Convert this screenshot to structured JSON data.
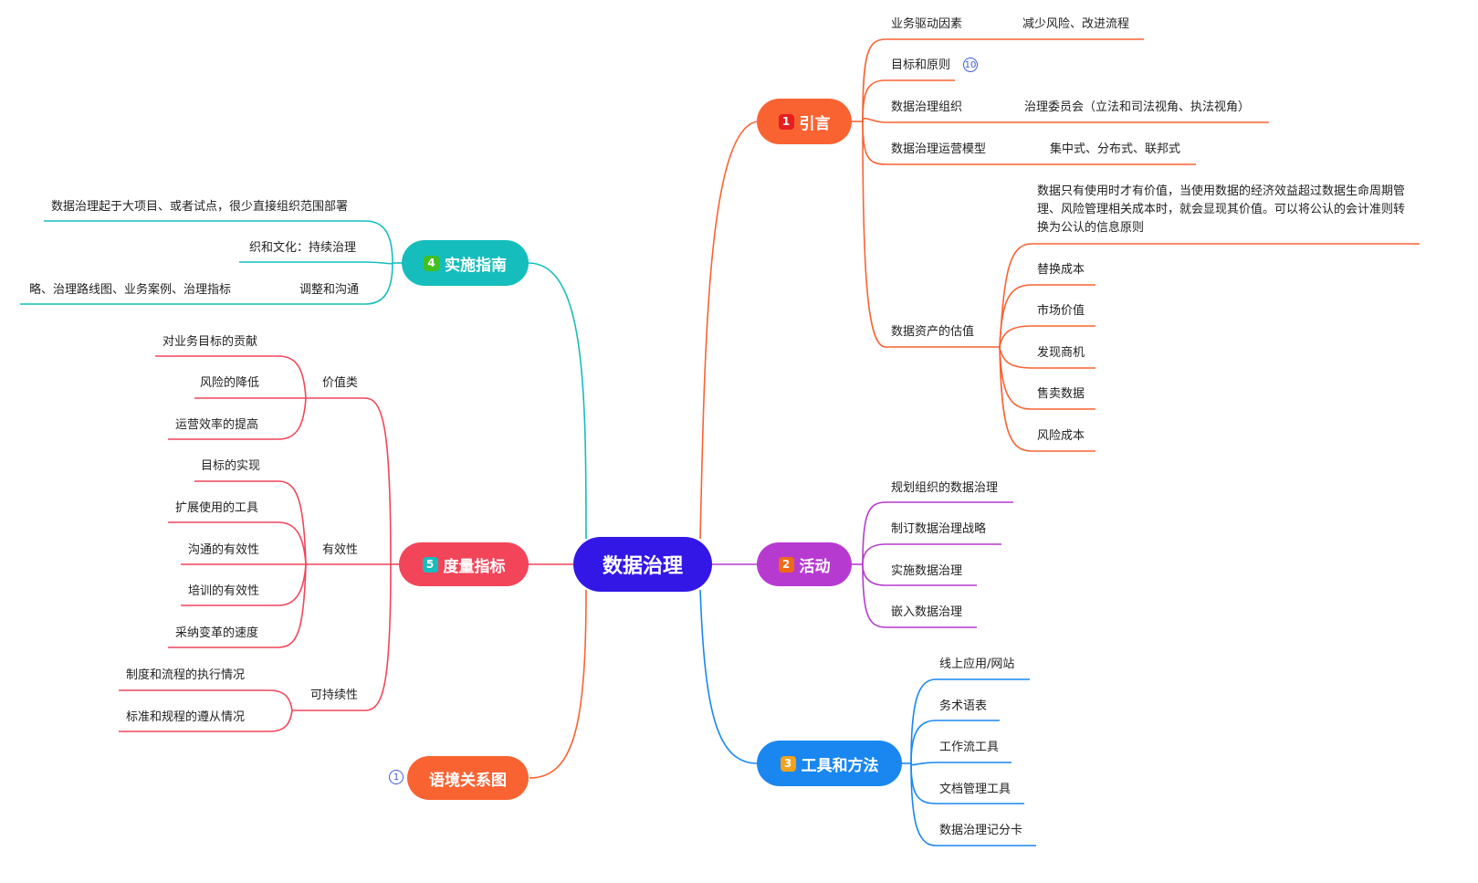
{
  "root": {
    "label": "数据治理",
    "color": "#3217e6"
  },
  "branches": {
    "intro": {
      "badge": "1",
      "label": "引言",
      "color": "#f96332",
      "badge_color": "#e61e1e",
      "children": {
        "drivers": {
          "label": "业务驱动因素",
          "detail": "减少风险、改进流程"
        },
        "goals": {
          "label": "目标和原则",
          "count": "10"
        },
        "org": {
          "label": "数据治理组织",
          "detail": "治理委员会（立法和司法视角、执法视角）"
        },
        "ops": {
          "label": "数据治理运营模型",
          "detail": "集中式、分布式、联邦式"
        },
        "valuation": {
          "label": "数据资产的估值",
          "note": "数据只有使用时才有价值，当使用数据的经济效益超过数据生命周期管理、风险管理相关成本时，就会显现其价值。可以将公认的会计准则转换为公认的信息原则",
          "items": [
            "替换成本",
            "市场价值",
            "发现商机",
            "售卖数据",
            "风险成本"
          ]
        }
      }
    },
    "activities": {
      "badge": "2",
      "label": "活动",
      "color": "#b73ad0",
      "badge_color": "#f06a15",
      "items": [
        "规划组织的数据治理",
        "制订数据治理战略",
        "实施数据治理",
        "嵌入数据治理"
      ]
    },
    "tools": {
      "badge": "3",
      "label": "工具和方法",
      "color": "#1a87f0",
      "badge_color": "#f4a11b",
      "items": [
        "线上应用/网站",
        "务术语表",
        "工作流工具",
        "文档管理工具",
        "数据治理记分卡"
      ]
    },
    "guide": {
      "badge": "4",
      "label": "实施指南",
      "color": "#16bdbd",
      "badge_color": "#41c020",
      "children": {
        "start": {
          "label": "数据治理起于大项目、或者试点，很少直接组织范围部署"
        },
        "culture": {
          "label": "织和文化：持续治理"
        },
        "align": {
          "label": "调整和沟通",
          "detail": "略、治理路线图、业务案例、治理指标"
        }
      }
    },
    "metrics": {
      "badge": "5",
      "label": "度量指标",
      "color": "#f2455a",
      "badge_color": "#16bdbd",
      "groups": [
        {
          "label": "价值类",
          "items": [
            "对业务目标的贡献",
            "风险的降低",
            "运营效率的提高"
          ]
        },
        {
          "label": "有效性",
          "items": [
            "目标的实现",
            "扩展使用的工具",
            "沟通的有效性",
            "培训的有效性",
            "采纳变革的速度"
          ]
        },
        {
          "label": "可持续性",
          "items": [
            "制度和流程的执行情况",
            "标准和规程的遵从情况"
          ]
        }
      ]
    },
    "context": {
      "label": "语境关系图",
      "color": "#f96332",
      "count": "1"
    }
  }
}
